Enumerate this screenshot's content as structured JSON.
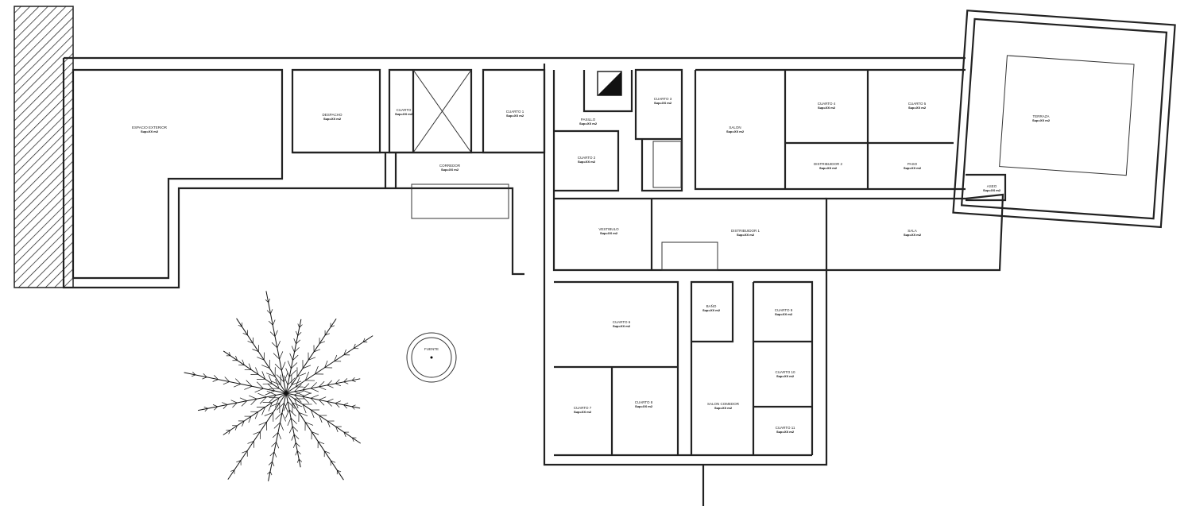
{
  "plan": {
    "rooms": [
      {
        "name": "ESPACIO EXTERIOR",
        "area": "Sup=XX m2"
      },
      {
        "name": "DESPACHO",
        "area": "Sup=XX m2"
      },
      {
        "name": "CUARTO",
        "area": "Sup=XX m2"
      },
      {
        "name": "CUARTO 1",
        "area": "Sup=XX m2"
      },
      {
        "name": "CORREDOR",
        "area": "Sup=XX m2"
      },
      {
        "name": "PASILLO",
        "area": "Sup=XX m2"
      },
      {
        "name": "CUARTO 2",
        "area": "Sup=XX m2"
      },
      {
        "name": "CUARTO 3",
        "area": "Sup=XX m2"
      },
      {
        "name": "SALON",
        "area": "Sup=XX m2"
      },
      {
        "name": "CUARTO 4",
        "area": "Sup=XX m2"
      },
      {
        "name": "CUARTO 5",
        "area": "Sup=XX m2"
      },
      {
        "name": "DISTRIBUIDOR 2",
        "area": "Sup=XX m2"
      },
      {
        "name": "PASO",
        "area": "Sup=XX m2"
      },
      {
        "name": "TERRAZA",
        "area": "Sup=XX m2"
      },
      {
        "name": "ASEO",
        "area": "Sup=XX m2"
      },
      {
        "name": "VESTIBULO",
        "area": "Sup=XX m2"
      },
      {
        "name": "DISTRIBUIDOR 1",
        "area": "Sup=XX m2"
      },
      {
        "name": "SALA",
        "area": "Sup=XX m2"
      },
      {
        "name": "CUARTO 6",
        "area": "Sup=XX m2"
      },
      {
        "name": "BAÑO",
        "area": "Sup=XX m2"
      },
      {
        "name": "CUARTO 9",
        "area": "Sup=XX m2"
      },
      {
        "name": "CUARTO 10",
        "area": "Sup=XX m2"
      },
      {
        "name": "CUARTO 7",
        "area": "Sup=XX m2"
      },
      {
        "name": "CUARTO 8",
        "area": "Sup=XX m2"
      },
      {
        "name": "SALON COMEDOR",
        "area": "Sup=XX m2"
      },
      {
        "name": "CUARTO 11",
        "area": "Sup=XX m2"
      }
    ],
    "fountain_label": "FUENTE"
  }
}
